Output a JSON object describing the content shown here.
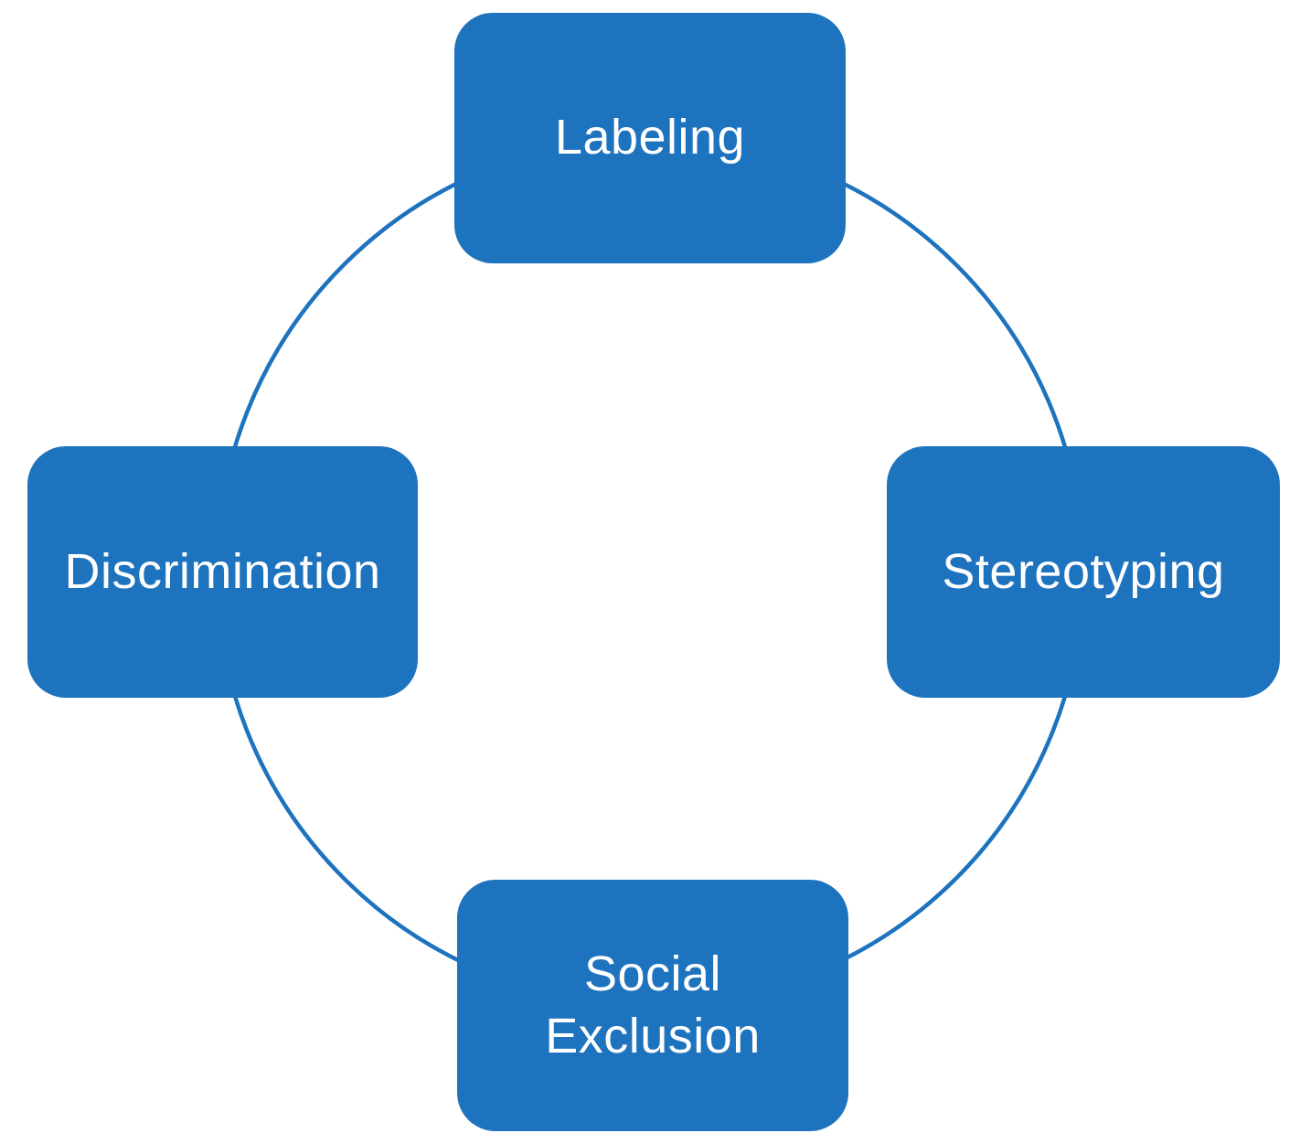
{
  "diagram": {
    "type": "cycle",
    "nodes": [
      {
        "label": "Labeling"
      },
      {
        "label": "Stereotyping"
      },
      {
        "label": "Social\nExclusion"
      },
      {
        "label": "Discrimination"
      }
    ],
    "colors": {
      "node_fill": "#1e73be",
      "node_text": "#ffffff",
      "circle_stroke": "#1e73be",
      "background": "#ffffff"
    }
  }
}
